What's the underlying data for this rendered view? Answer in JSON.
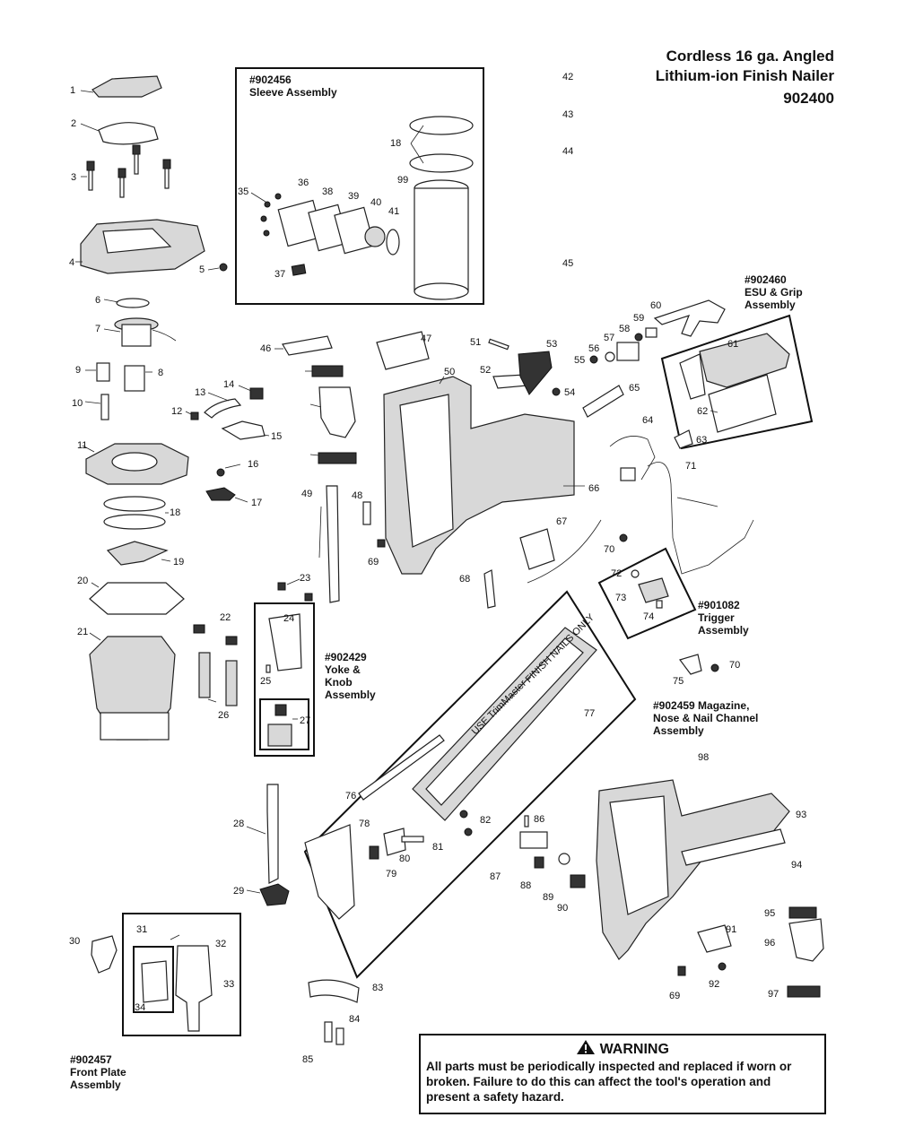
{
  "title": {
    "line1": "Cordless 16 ga. Angled",
    "line2": "Lithium-ion Finish Nailer",
    "model": "902400"
  },
  "assemblies": {
    "sleeve": {
      "number": "#902456",
      "name": "Sleeve Assembly"
    },
    "esu": {
      "number": "#902460",
      "line1": "ESU & Grip",
      "line2": "Assembly"
    },
    "yoke": {
      "number": "#902429",
      "line1": "Yoke &",
      "line2": "Knob",
      "line3": "Assembly"
    },
    "trigger": {
      "number": "#901082",
      "line1": "Trigger",
      "line2": "Assembly"
    },
    "magazine": {
      "number": "#902459 Magazine,",
      "line1": "Nose & Nail Channel",
      "line2": "Assembly"
    },
    "frontplate": {
      "number": "#902457",
      "line1": "Front Plate",
      "line2": "Assembly"
    }
  },
  "warning": {
    "icon": "warning-triangle-icon",
    "heading": "WARNING",
    "line1": "All parts must be periodically inspected and replaced if worn or",
    "line2": "broken. Failure to do this can affect the tool's operation and",
    "line3": "present a safety hazard."
  },
  "magazine_text": {
    "line1": "USE TrimMaster",
    "line2": "FINISH NAILS ONLY"
  },
  "callouts": [
    {
      "n": "1"
    },
    {
      "n": "2"
    },
    {
      "n": "3"
    },
    {
      "n": "4"
    },
    {
      "n": "5"
    },
    {
      "n": "6"
    },
    {
      "n": "7"
    },
    {
      "n": "8"
    },
    {
      "n": "9"
    },
    {
      "n": "10"
    },
    {
      "n": "11"
    },
    {
      "n": "12"
    },
    {
      "n": "13"
    },
    {
      "n": "14"
    },
    {
      "n": "15"
    },
    {
      "n": "16"
    },
    {
      "n": "17"
    },
    {
      "n": "18"
    },
    {
      "n": "18"
    },
    {
      "n": "19"
    },
    {
      "n": "20"
    },
    {
      "n": "21"
    },
    {
      "n": "22"
    },
    {
      "n": "23"
    },
    {
      "n": "24"
    },
    {
      "n": "25"
    },
    {
      "n": "26"
    },
    {
      "n": "27"
    },
    {
      "n": "28"
    },
    {
      "n": "29"
    },
    {
      "n": "30"
    },
    {
      "n": "31"
    },
    {
      "n": "32"
    },
    {
      "n": "33"
    },
    {
      "n": "34"
    },
    {
      "n": "35"
    },
    {
      "n": "36"
    },
    {
      "n": "37"
    },
    {
      "n": "38"
    },
    {
      "n": "39"
    },
    {
      "n": "40"
    },
    {
      "n": "41"
    },
    {
      "n": "42"
    },
    {
      "n": "43"
    },
    {
      "n": "44"
    },
    {
      "n": "45"
    },
    {
      "n": "46"
    },
    {
      "n": "47"
    },
    {
      "n": "48"
    },
    {
      "n": "49"
    },
    {
      "n": "50"
    },
    {
      "n": "51"
    },
    {
      "n": "52"
    },
    {
      "n": "53"
    },
    {
      "n": "54"
    },
    {
      "n": "55"
    },
    {
      "n": "56"
    },
    {
      "n": "57"
    },
    {
      "n": "58"
    },
    {
      "n": "59"
    },
    {
      "n": "60"
    },
    {
      "n": "61"
    },
    {
      "n": "62"
    },
    {
      "n": "63"
    },
    {
      "n": "64"
    },
    {
      "n": "65"
    },
    {
      "n": "66"
    },
    {
      "n": "67"
    },
    {
      "n": "68"
    },
    {
      "n": "69"
    },
    {
      "n": "69"
    },
    {
      "n": "70"
    },
    {
      "n": "70"
    },
    {
      "n": "71"
    },
    {
      "n": "72"
    },
    {
      "n": "73"
    },
    {
      "n": "74"
    },
    {
      "n": "75"
    },
    {
      "n": "76"
    },
    {
      "n": "77"
    },
    {
      "n": "78"
    },
    {
      "n": "79"
    },
    {
      "n": "80"
    },
    {
      "n": "81"
    },
    {
      "n": "82"
    },
    {
      "n": "83"
    },
    {
      "n": "84"
    },
    {
      "n": "85"
    },
    {
      "n": "86"
    },
    {
      "n": "87"
    },
    {
      "n": "88"
    },
    {
      "n": "89"
    },
    {
      "n": "90"
    },
    {
      "n": "91"
    },
    {
      "n": "92"
    },
    {
      "n": "93"
    },
    {
      "n": "94"
    },
    {
      "n": "95"
    },
    {
      "n": "96"
    },
    {
      "n": "97"
    },
    {
      "n": "98"
    },
    {
      "n": "99"
    }
  ]
}
